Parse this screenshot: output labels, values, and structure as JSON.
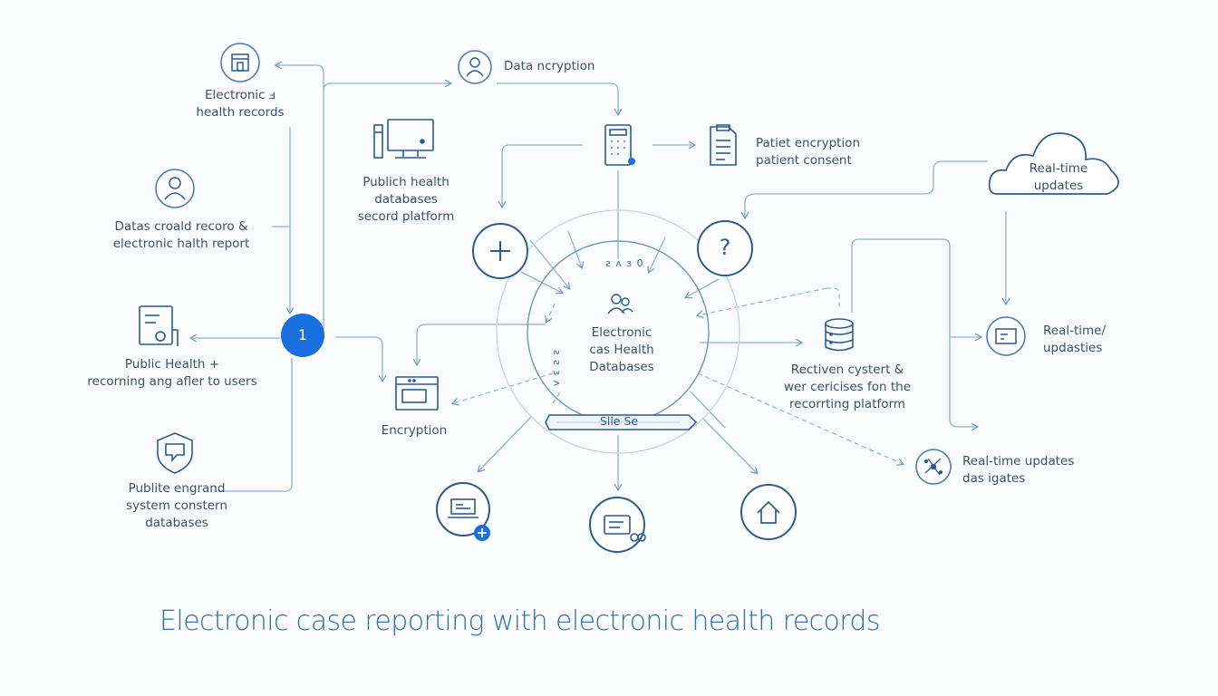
{
  "title": "Electronic case reporting with electronic health records",
  "colors": {
    "line": "#8fb0d6",
    "icon": "#2b5a94",
    "accent": "#1a6fe0",
    "text": "#3d5068",
    "title": "#2f6fae"
  },
  "hub": {
    "lines": [
      "Electronic",
      "cas Health",
      "Databases"
    ],
    "icon": "users-icon",
    "ring_labels": {
      "top": "ƨ ʌ ɜ 0",
      "left": "ƨ ƨ ɜ ʌ",
      "bar": "Slle Se"
    }
  },
  "step_badge": "1",
  "nodes": {
    "ehr": {
      "lines": [
        "Electronic ⅎ",
        "health records"
      ],
      "icon": "building-icon"
    },
    "data_record": {
      "lines": [
        "Datas croald recoro &",
        "electronic halth report"
      ],
      "icon": "person-icon"
    },
    "public_health": {
      "lines": [
        "Public Health +",
        "recorning ang afler to users"
      ],
      "icon": "tablet-device-icon"
    },
    "public_engrand": {
      "lines": [
        "Publite engrand",
        "system constern",
        "databases"
      ],
      "icon": "shield-chat-icon"
    },
    "data_encryption": {
      "lines": [
        "Data ncryption"
      ],
      "icon": "person-icon"
    },
    "public_databases": {
      "lines": [
        "Publich health",
        "databases",
        "secord platform"
      ],
      "icon": "desktop-computer-icon"
    },
    "calculator": {
      "icon": "calculator-icon"
    },
    "patient": {
      "lines": [
        "Patiet encryption",
        "patient consent"
      ],
      "icon": "document-icon"
    },
    "cloud": {
      "lines": [
        "Real-time",
        "updates"
      ],
      "icon": "cloud-icon"
    },
    "plus": {
      "icon": "plus-icon"
    },
    "question": {
      "icon": "question-icon"
    },
    "database": {
      "icon": "database-icon"
    },
    "receive": {
      "lines": [
        "Rectiven cystert &",
        "wer cericises fon the",
        "recorrting platform"
      ]
    },
    "realtime_right": {
      "lines": [
        "Real-time/",
        "updasties"
      ],
      "icon": "window-icon"
    },
    "realtime_updates": {
      "lines": [
        "Real-time updates",
        "das igates"
      ],
      "icon": "network-icon"
    },
    "encryption": {
      "lines": [
        "Encryption"
      ],
      "icon": "browser-window-icon"
    },
    "bottom_left": {
      "icon": "laptop-add-icon"
    },
    "bottom_mid": {
      "icon": "message-card-icon"
    },
    "bottom_right": {
      "icon": "home-icon"
    }
  }
}
